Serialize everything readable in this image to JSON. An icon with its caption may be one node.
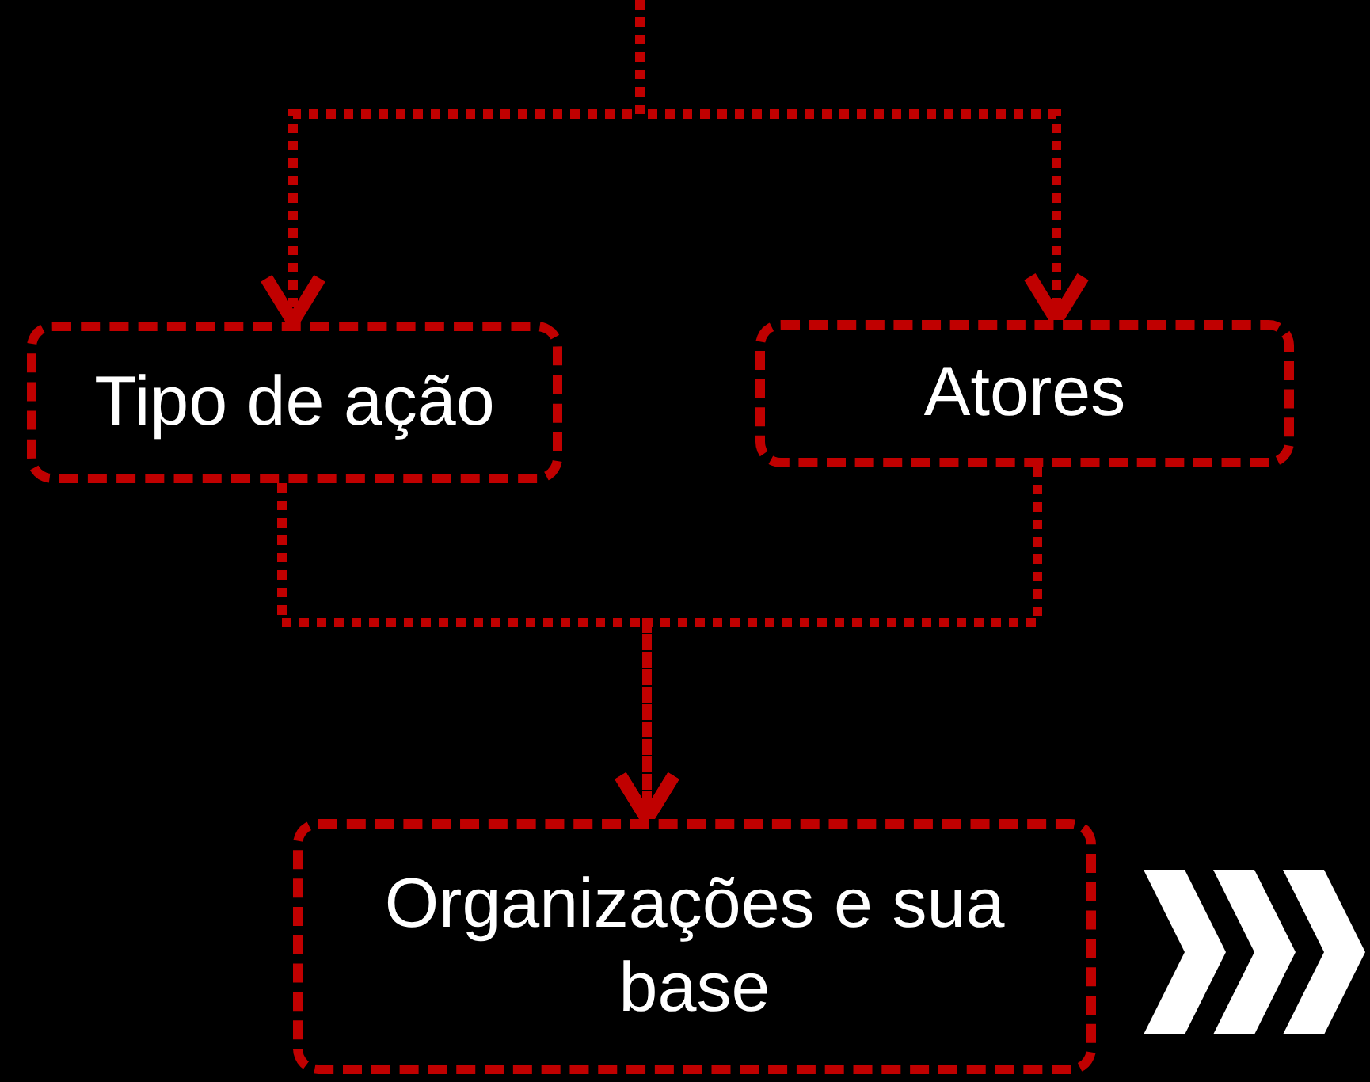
{
  "diagram": {
    "nodes": [
      {
        "text": [
          "Tipo de ação"
        ]
      },
      {
        "text": [
          "Atores"
        ]
      },
      {
        "text": [
          "Organizações e sua base"
        ]
      }
    ],
    "edges": [
      {
        "from": null,
        "to": 0,
        "arrow": "to"
      },
      {
        "from": null,
        "to": 1,
        "arrow": "to"
      },
      {
        "from": 0,
        "to": 2,
        "arrow": "to"
      },
      {
        "from": 1,
        "to": 2,
        "arrow": "to"
      }
    ]
  }
}
